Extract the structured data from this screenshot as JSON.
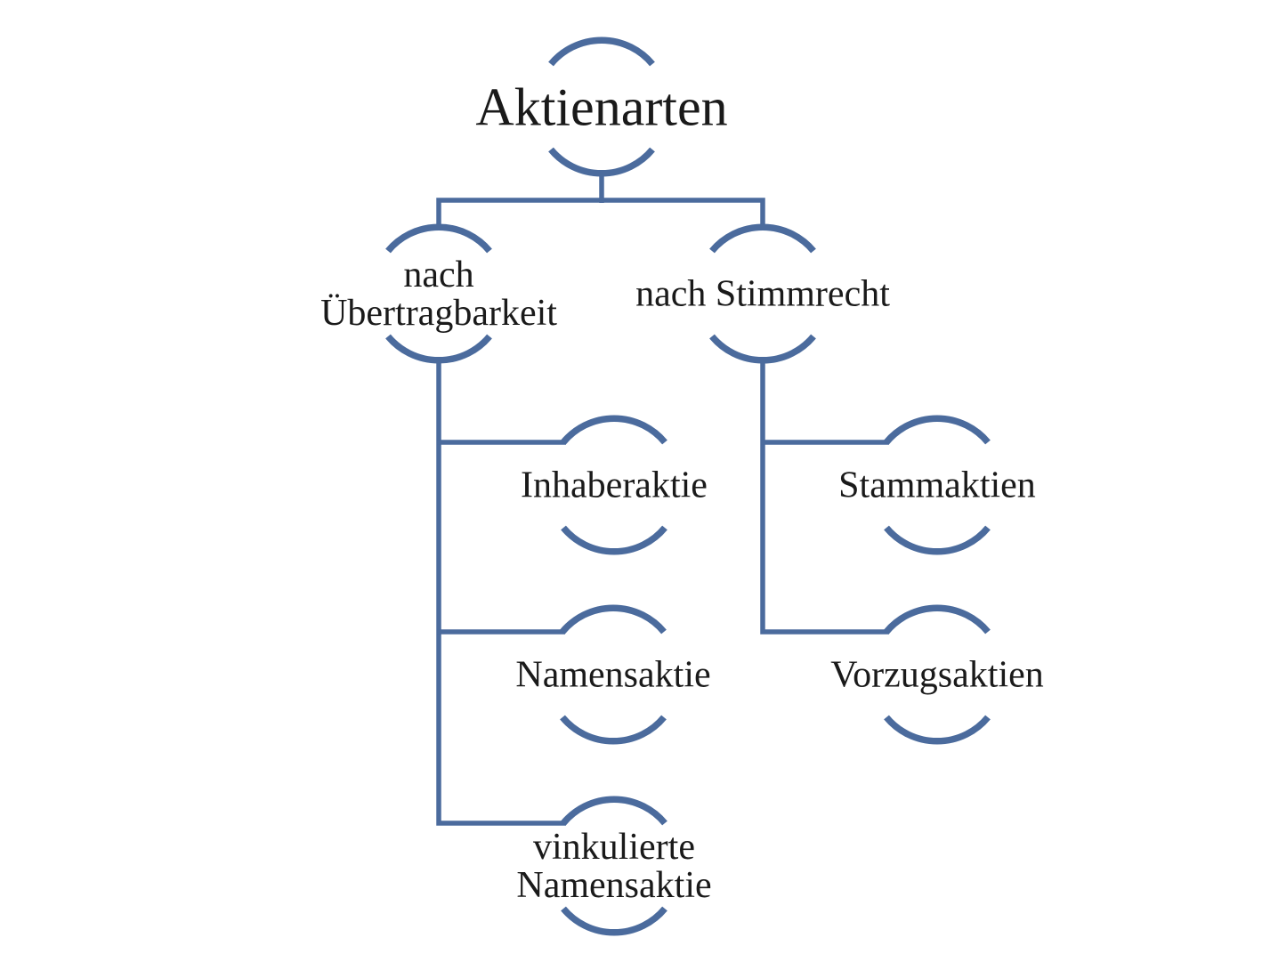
{
  "diagram": {
    "type": "hierarchy-tree",
    "background": "#ffffff",
    "colors": {
      "line": "#4b6b9d",
      "text": "#1a1a1a"
    },
    "nodes": {
      "root": "Aktienarten",
      "branch_transferability": "nach Übertragbarkeit",
      "branch_voting": "nach Stimmrecht",
      "leaf_bearer": "Inhaberaktie",
      "leaf_registered": "Namensaktie",
      "leaf_restricted_registered": "vinkulierte Namensaktie",
      "leaf_common": "Stammaktien",
      "leaf_preferred": "Vorzugsaktien"
    },
    "structure": {
      "Aktienarten": {
        "nach Übertragbarkeit": [
          "Inhaberaktie",
          "Namensaktie",
          "vinkulierte Namensaktie"
        ],
        "nach Stimmrecht": [
          "Stammaktien",
          "Vorzugsaktien"
        ]
      }
    }
  }
}
